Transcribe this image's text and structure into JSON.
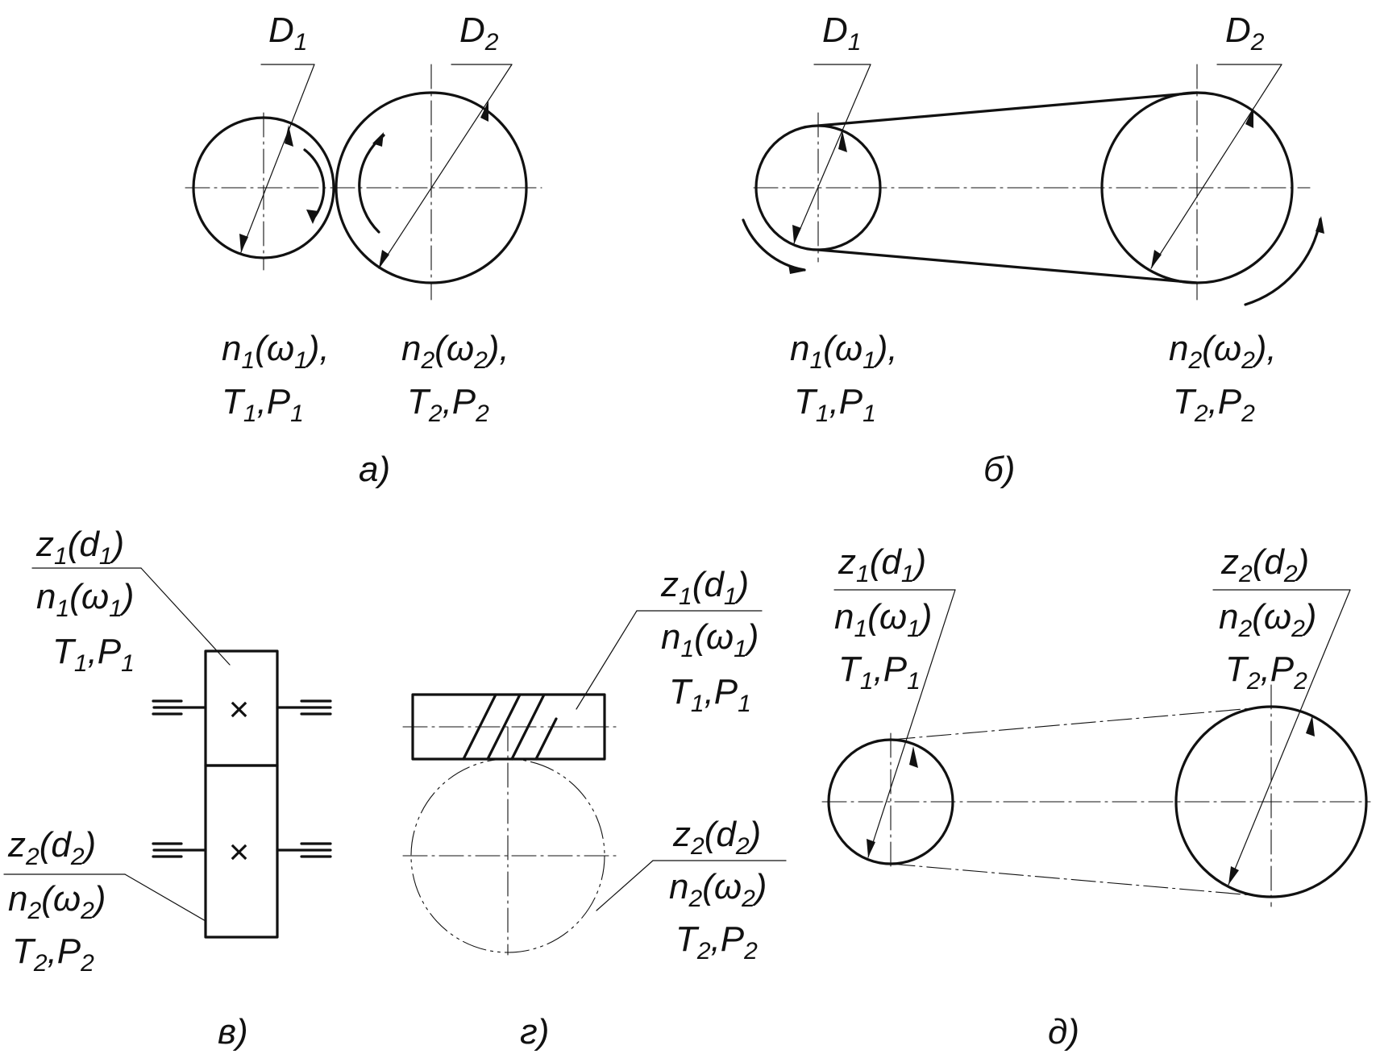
{
  "panels": {
    "a": {
      "caption": "а)",
      "dia1": {
        "sym": "D",
        "idx": "1"
      },
      "dia2": {
        "sym": "D",
        "idx": "2"
      },
      "left": {
        "l1": [
          {
            "t": "n"
          },
          {
            "s": "1"
          },
          {
            "t": "(ω"
          },
          {
            "s": "1"
          },
          {
            "t": "),"
          }
        ],
        "l2": [
          {
            "t": "T"
          },
          {
            "s": "1"
          },
          {
            "t": ",P"
          },
          {
            "s": "1"
          }
        ]
      },
      "right": {
        "l1": [
          {
            "t": "n"
          },
          {
            "s": "2"
          },
          {
            "t": "(ω"
          },
          {
            "s": "2"
          },
          {
            "t": "),"
          }
        ],
        "l2": [
          {
            "t": "T"
          },
          {
            "s": "2"
          },
          {
            "t": ",P"
          },
          {
            "s": "2"
          }
        ]
      }
    },
    "b": {
      "caption": "б)",
      "dia1": {
        "sym": "D",
        "idx": "1"
      },
      "dia2": {
        "sym": "D",
        "idx": "2"
      },
      "left": {
        "l1": [
          {
            "t": "n"
          },
          {
            "s": "1"
          },
          {
            "t": "(ω"
          },
          {
            "s": "1"
          },
          {
            "t": "),"
          }
        ],
        "l2": [
          {
            "t": "T"
          },
          {
            "s": "1"
          },
          {
            "t": ",P"
          },
          {
            "s": "1"
          }
        ]
      },
      "right": {
        "l1": [
          {
            "t": "n"
          },
          {
            "s": "2"
          },
          {
            "t": "(ω"
          },
          {
            "s": "2"
          },
          {
            "t": "),"
          }
        ],
        "l2": [
          {
            "t": "T"
          },
          {
            "s": "2"
          },
          {
            "t": ",P"
          },
          {
            "s": "2"
          }
        ]
      }
    },
    "v": {
      "caption": "в)",
      "top": {
        "l1": [
          {
            "t": "z"
          },
          {
            "s": "1"
          },
          {
            "t": "(d"
          },
          {
            "s": "1"
          },
          {
            "t": ")"
          }
        ],
        "l2": [
          {
            "t": "n"
          },
          {
            "s": "1"
          },
          {
            "t": "(ω"
          },
          {
            "s": "1"
          },
          {
            "t": ")"
          }
        ],
        "l3": [
          {
            "t": "T"
          },
          {
            "s": "1"
          },
          {
            "t": ",P"
          },
          {
            "s": "1"
          }
        ]
      },
      "bottom": {
        "l1": [
          {
            "t": "z"
          },
          {
            "s": "2"
          },
          {
            "t": "(d"
          },
          {
            "s": "2"
          },
          {
            "t": ")"
          }
        ],
        "l2": [
          {
            "t": "n"
          },
          {
            "s": "2"
          },
          {
            "t": "(ω"
          },
          {
            "s": "2"
          },
          {
            "t": ")"
          }
        ],
        "l3": [
          {
            "t": "T"
          },
          {
            "s": "2"
          },
          {
            "t": ",P"
          },
          {
            "s": "2"
          }
        ]
      }
    },
    "g": {
      "caption": "г)",
      "top": {
        "l1": [
          {
            "t": "z"
          },
          {
            "s": "1"
          },
          {
            "t": "(d"
          },
          {
            "s": "1"
          },
          {
            "t": ")"
          }
        ],
        "l2": [
          {
            "t": "n"
          },
          {
            "s": "1"
          },
          {
            "t": "(ω"
          },
          {
            "s": "1"
          },
          {
            "t": ")"
          }
        ],
        "l3": [
          {
            "t": "T"
          },
          {
            "s": "1"
          },
          {
            "t": ",P"
          },
          {
            "s": "1"
          }
        ]
      },
      "bottom": {
        "l1": [
          {
            "t": "z"
          },
          {
            "s": "2"
          },
          {
            "t": "(d"
          },
          {
            "s": "2"
          },
          {
            "t": ")"
          }
        ],
        "l2": [
          {
            "t": "n"
          },
          {
            "s": "2"
          },
          {
            "t": "(ω"
          },
          {
            "s": "2"
          },
          {
            "t": ")"
          }
        ],
        "l3": [
          {
            "t": "T"
          },
          {
            "s": "2"
          },
          {
            "t": ",P"
          },
          {
            "s": "2"
          }
        ]
      }
    },
    "d": {
      "caption": "д)",
      "left": {
        "l1": [
          {
            "t": "z"
          },
          {
            "s": "1"
          },
          {
            "t": "(d"
          },
          {
            "s": "1"
          },
          {
            "t": ")"
          }
        ],
        "l2": [
          {
            "t": "n"
          },
          {
            "s": "1"
          },
          {
            "t": "(ω"
          },
          {
            "s": "1"
          },
          {
            "t": ")"
          }
        ],
        "l3": [
          {
            "t": "T"
          },
          {
            "s": "1"
          },
          {
            "t": ",P"
          },
          {
            "s": "1"
          }
        ]
      },
      "right": {
        "l1": [
          {
            "t": "z"
          },
          {
            "s": "2"
          },
          {
            "t": "(d"
          },
          {
            "s": "2"
          },
          {
            "t": ")"
          }
        ],
        "l2": [
          {
            "t": "n"
          },
          {
            "s": "2"
          },
          {
            "t": "(ω"
          },
          {
            "s": "2"
          },
          {
            "t": ")"
          }
        ],
        "l3": [
          {
            "t": "T"
          },
          {
            "s": "2"
          },
          {
            "t": ",P"
          },
          {
            "s": "2"
          }
        ]
      }
    }
  }
}
